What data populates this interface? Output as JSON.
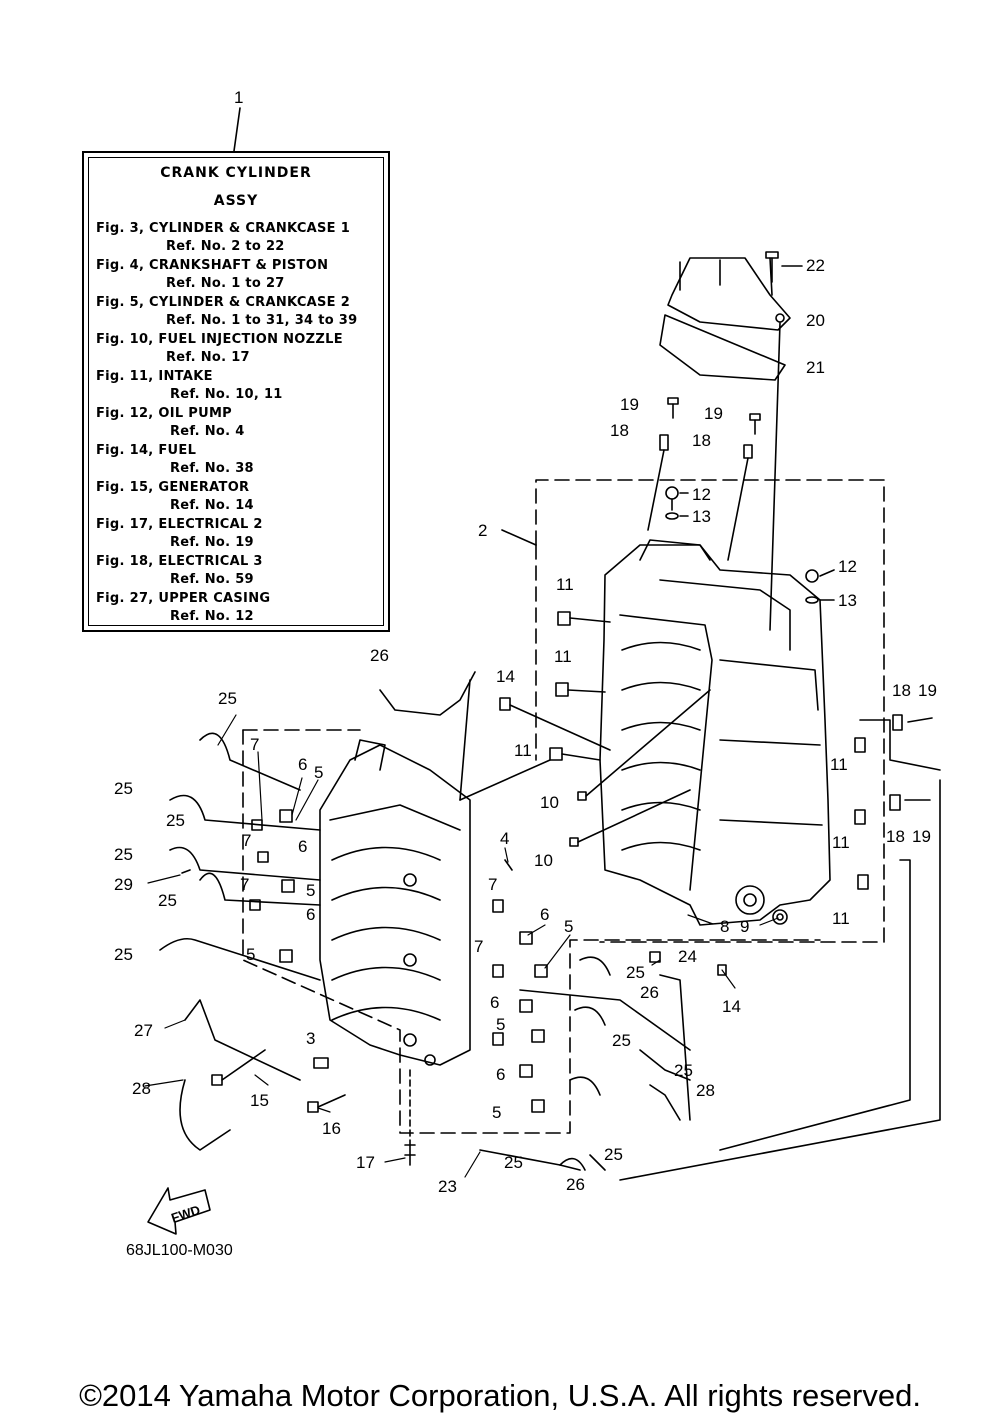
{
  "legend": {
    "ref": "1",
    "title_1": "CRANK CYLINDER",
    "title_2": "ASSY",
    "lines": [
      "Fig. 3, CYLINDER & CRANKCASE 1",
      "Ref. No. 2 to 22",
      "Fig. 4, CRANKSHAFT & PISTON",
      "Ref. No. 1 to 27",
      "Fig. 5, CYLINDER & CRANKCASE 2",
      "Ref. No. 1 to 31, 34 to 39",
      "Fig. 10, FUEL INJECTION NOZZLE",
      "Ref. No. 17",
      "Fig. 11, INTAKE",
      "Ref. No. 10, 11",
      "Fig. 12, OIL PUMP",
      "Ref. No. 4",
      "Fig. 14, FUEL",
      "Ref. No. 38",
      "Fig. 15, GENERATOR",
      "Ref. No. 14",
      "Fig. 17, ELECTRICAL 2",
      "Ref. No. 19",
      "Fig. 18, ELECTRICAL 3",
      "Ref. No. 59",
      "Fig. 27, UPPER CASING",
      "Ref. No. 12"
    ]
  },
  "callouts": [
    "22",
    "20",
    "21",
    "19",
    "18",
    "19",
    "18",
    "12",
    "13",
    "12",
    "13",
    "2",
    "11",
    "11",
    "14",
    "11",
    "10",
    "10",
    "18",
    "19",
    "11",
    "18",
    "19",
    "11",
    "11",
    "9",
    "8",
    "26",
    "25",
    "7",
    "6",
    "5",
    "25",
    "25",
    "6",
    "7",
    "25",
    "29",
    "5",
    "7",
    "25",
    "6",
    "25",
    "5",
    "4",
    "7",
    "6",
    "5",
    "7",
    "6",
    "24",
    "14",
    "25",
    "26",
    "5",
    "25",
    "6",
    "25",
    "28",
    "5",
    "25",
    "27",
    "28",
    "3",
    "15",
    "16",
    "17",
    "23",
    "25",
    "26"
  ],
  "fwd_label": "FWD",
  "figure_code": "68JL100-M030",
  "copyright": "©2014 Yamaha Motor Corporation, U.S.A. All rights reserved."
}
